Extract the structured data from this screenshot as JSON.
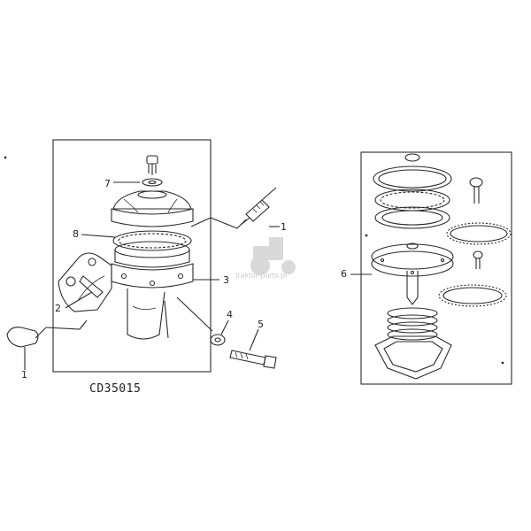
{
  "caption": "CD35015",
  "watermark": "traktor-parts.pl",
  "callouts": {
    "c1a": "1",
    "c1b": "1",
    "c2": "2",
    "c3": "3",
    "c4": "4",
    "c5": "5",
    "c6": "6",
    "c7": "7",
    "c8": "8"
  },
  "colors": {
    "ink": "#2a2a2a",
    "background": "#ffffff",
    "watermark": "#d9d9d9"
  }
}
